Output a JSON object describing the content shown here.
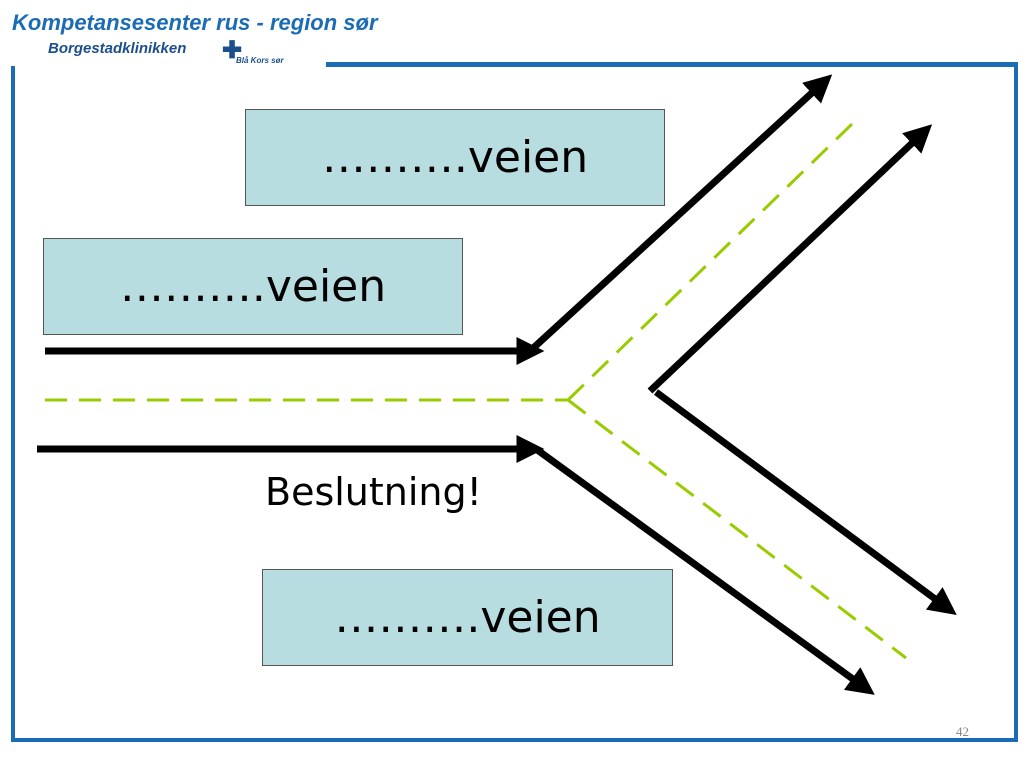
{
  "header": {
    "title": "Kompetansesenter rus - region sør",
    "subtitle": "Borgestadklinikken",
    "org": "Blå Kors sør"
  },
  "diagram": {
    "boxes": {
      "top": "……….veien",
      "middle": "……….veien",
      "bottom": "……….veien"
    },
    "decision_label": "Beslutning!"
  },
  "footer": {
    "slide_number": "42"
  },
  "colors": {
    "accent": "#1c6bb5",
    "box_fill": "#b7dde0",
    "road": "#000000",
    "center_line": "#99cc00"
  }
}
